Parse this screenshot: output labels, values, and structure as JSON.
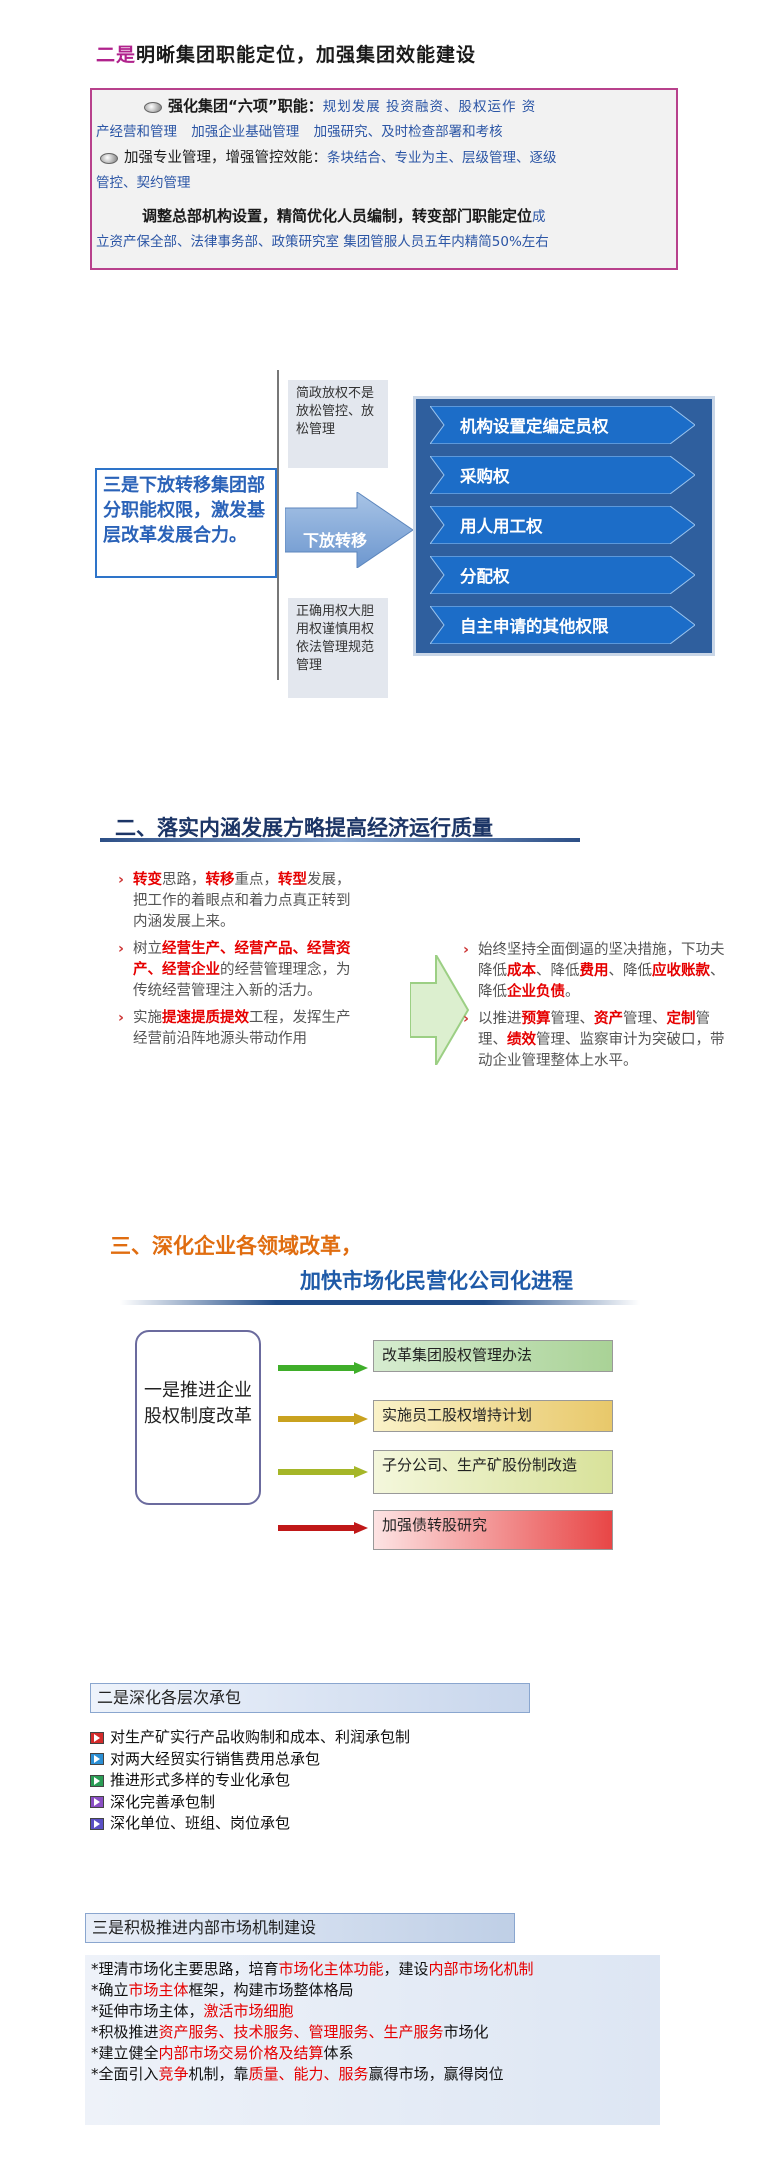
{
  "section1": {
    "title_lead": "二是",
    "title_rest": "明晰集团职能定位，加强集团效能建设",
    "line1_head": "强化集团“六项”职能：",
    "line1_body": "规划发展 投资融资、股权运作 资",
    "line2": "产经营和管理 加强企业基础管理 加强研究、及时检查部署和考核",
    "line3_head": "加强专业管理，增强管控效能：",
    "line3_body": "条块结合、专业为主、层级管理、逐级",
    "line4": "管控、契约管理",
    "line5_head": "调整总部机构设置，精简优化人员编制，转变部门职能定位",
    "line5_tail": "成",
    "line6": "立资产保全部、法律事务部、政策研究室 集团管服人员五年内精简50%左右"
  },
  "section2": {
    "left_text": "三是下放转移集团部分职能权限，激发基层改革发展合力。",
    "top_note": "简政放权不是放松管控、放松管理",
    "bottom_note": "正确用权大胆用权谨慎用权依法管理规范管理",
    "arrow_label": "下放转移",
    "rights": [
      "机构设置定编定员权",
      "采购权",
      "用人用工权",
      "分配权",
      "自主申请的其他权限"
    ]
  },
  "section3": {
    "title": "二、落实内涵发展方略提高经济运行质量",
    "left_items": [
      {
        "parts": [
          [
            "转变",
            1
          ],
          [
            "思路，",
            0
          ],
          [
            "转移",
            1
          ],
          [
            "重点，",
            0
          ],
          [
            "转型",
            1
          ],
          [
            "发展，把工作的着眼点和着力点真正转到内涵发展上来。",
            0
          ]
        ]
      },
      {
        "parts": [
          [
            "树立",
            0
          ],
          [
            "经营生产、经营产品、经营资产、经营企业",
            1
          ],
          [
            "的经营管理理念，为传统经营管理注入新的活力。",
            0
          ]
        ]
      },
      {
        "parts": [
          [
            "实施",
            0
          ],
          [
            "提速提质提效",
            1
          ],
          [
            "工程，发挥生产经营前沿阵地源头带动作用",
            0
          ]
        ]
      }
    ],
    "right_items": [
      {
        "parts": [
          [
            "始终坚持全面倒逼的坚决措施，下功夫降低",
            0
          ],
          [
            "成本",
            1
          ],
          [
            "、降低",
            0
          ],
          [
            "费用",
            1
          ],
          [
            "、降低",
            0
          ],
          [
            "应收账款",
            1
          ],
          [
            "、降低",
            0
          ],
          [
            "企业负债",
            1
          ],
          [
            "。",
            0
          ]
        ]
      },
      {
        "parts": [
          [
            "以推进",
            0
          ],
          [
            "预算",
            1
          ],
          [
            "管理、",
            0
          ],
          [
            "资产",
            1
          ],
          [
            "管理、",
            0
          ],
          [
            "定制",
            1
          ],
          [
            "管理、",
            0
          ],
          [
            "绩效",
            1
          ],
          [
            "管理、监察审计为突破口，带动企业管理整体上水平。",
            0
          ]
        ]
      }
    ]
  },
  "section4": {
    "title_line1": "三、深化企业各领域改革，",
    "title_line2": "加快市场化民营化公司化进程",
    "box_text": "一是推进企业股权制度改革",
    "tags": [
      "改革集团股权管理办法",
      "实施员工股权增持计划",
      "子分公司、生产矿股份制改造",
      "加强债转股研究"
    ]
  },
  "section5": {
    "heading": "二是深化各层次承包",
    "items": [
      "对生产矿实行产品收购制和成本、利润承包制",
      "对两大经贸实行销售费用总承包",
      "推进形式多样的专业化承包",
      "深化完善承包制",
      "深化单位、班组、岗位承包"
    ],
    "bullet_colors": [
      "#d42b2b",
      "#2b8fd4",
      "#2a9d55",
      "#8a4fc4",
      "#5a4fc4"
    ]
  },
  "section6": {
    "heading": "三是积极推进内部市场机制建设",
    "lines": [
      [
        [
          "*理清市场化主要思路，培育",
          0
        ],
        [
          "市场化主体功能",
          1
        ],
        [
          "，建设",
          0
        ],
        [
          "内部市场化机制",
          1
        ]
      ],
      [
        [
          "*确立",
          0
        ],
        [
          "市场主体",
          1
        ],
        [
          "框架，构建市场整体格局",
          0
        ]
      ],
      [
        [
          "*延伸市场主体，",
          0
        ],
        [
          "激活市场细胞",
          1
        ]
      ],
      [
        [
          "*积极推进",
          0
        ],
        [
          "资产服务、技术服务、管理服务、生产服务",
          1
        ],
        [
          "市场化",
          0
        ]
      ],
      [
        [
          "*建立健全",
          0
        ],
        [
          "内部市场交易价格及结算",
          1
        ],
        [
          "体系",
          0
        ]
      ],
      [
        [
          "*全面引入",
          0
        ],
        [
          "竞争",
          1
        ],
        [
          "机制，靠",
          0
        ],
        [
          "质量、能力、服务",
          1
        ],
        [
          "赢得市场，赢得岗位",
          0
        ]
      ]
    ]
  }
}
